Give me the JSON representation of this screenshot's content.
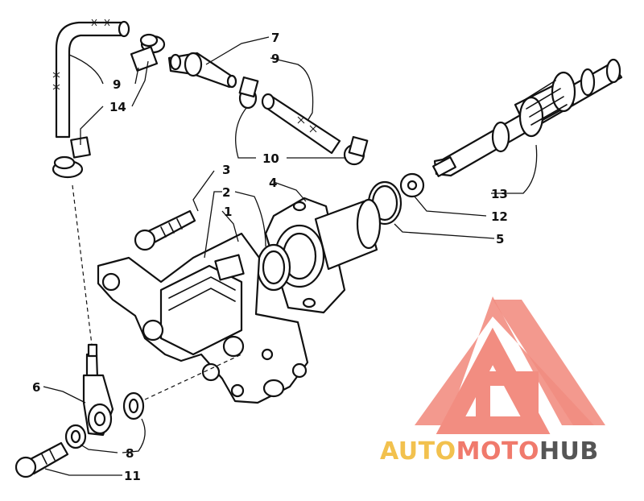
{
  "callouts": {
    "c1": "1",
    "c2": "2",
    "c3": "3",
    "c4": "4",
    "c5": "5",
    "c6": "6",
    "c7": "7",
    "c8": "8",
    "c9a": "9",
    "c9b": "9",
    "c10": "10",
    "c11": "11",
    "c12": "12",
    "c13": "13",
    "c14": "14"
  },
  "watermark": {
    "part1": "AUTO",
    "part2": "MOTO",
    "part3": "HUB",
    "color_auto": "#f2c14e",
    "color_moto": "#f07a6c",
    "color_hub": "#555555",
    "color_mark": "#f07a6c"
  }
}
